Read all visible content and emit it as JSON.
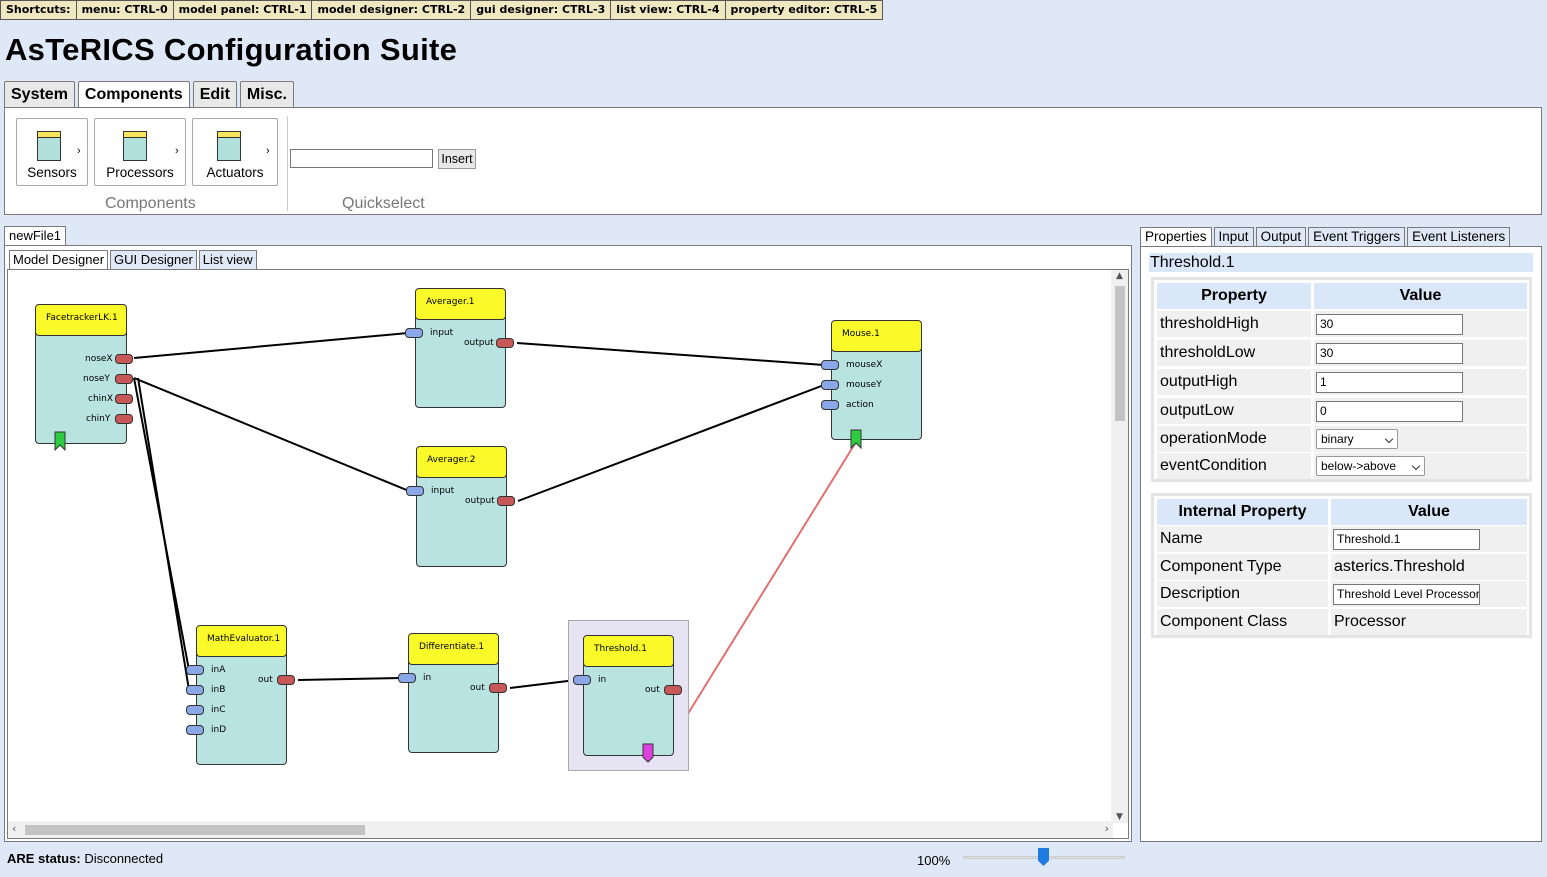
{
  "shortcuts": [
    "Shortcuts:",
    "menu: CTRL-0",
    "model panel: CTRL-1",
    "model designer: CTRL-2",
    "gui designer: CTRL-3",
    "list view: CTRL-4",
    "property editor: CTRL-5"
  ],
  "app_title": "AsTeRICS Configuration Suite",
  "menu_tabs": [
    "System",
    "Components",
    "Edit",
    "Misc."
  ],
  "active_menu_tab": "Components",
  "ribbon": {
    "buttons": [
      "Sensors",
      "Processors",
      "Actuators"
    ],
    "components_section": "Components",
    "quickselect_section": "Quickselect",
    "quickselect_value": "",
    "insert_label": "Insert"
  },
  "file_tab": "newFile1",
  "view_tabs": [
    "Model Designer",
    "GUI Designer",
    "List view"
  ],
  "model": {
    "components": [
      {
        "id": "facetracker",
        "title": "FacetrackerLK.1",
        "outputs": [
          "noseX",
          "noseY",
          "chinX",
          "chinY"
        ]
      },
      {
        "id": "averager1",
        "title": "Averager.1",
        "inputs": [
          "input"
        ],
        "outputs": [
          "output"
        ]
      },
      {
        "id": "averager2",
        "title": "Averager.2",
        "inputs": [
          "input"
        ],
        "outputs": [
          "output"
        ]
      },
      {
        "id": "mouse",
        "title": "Mouse.1",
        "inputs": [
          "mouseX",
          "mouseY",
          "action"
        ]
      },
      {
        "id": "matheval",
        "title": "MathEvaluator.1",
        "inputs": [
          "inA",
          "inB",
          "inC",
          "inD"
        ],
        "outputs": [
          "out"
        ]
      },
      {
        "id": "differentiate",
        "title": "Differentiate.1",
        "inputs": [
          "in"
        ],
        "outputs": [
          "out"
        ]
      },
      {
        "id": "threshold",
        "title": "Threshold.1",
        "inputs": [
          "in"
        ],
        "outputs": [
          "out"
        ]
      }
    ],
    "selected": "Threshold.1"
  },
  "status": {
    "label": "ARE status:",
    "value": "Disconnected",
    "zoom": "100%",
    "zoom_fraction": 0.5
  },
  "prop_tabs": [
    "Properties",
    "Input",
    "Output",
    "Event Triggers",
    "Event Listeners"
  ],
  "properties": {
    "selected_name": "Threshold.1",
    "header": {
      "property": "Property",
      "value": "Value"
    },
    "rows": [
      {
        "name": "thresholdHigh",
        "value": "30"
      },
      {
        "name": "thresholdLow",
        "value": "30"
      },
      {
        "name": "outputHigh",
        "value": "1"
      },
      {
        "name": "outputLow",
        "value": "0"
      },
      {
        "name": "operationMode",
        "value": "binary"
      },
      {
        "name": "eventCondition",
        "value": "below->above"
      }
    ],
    "internal_header": {
      "property": "Internal Property",
      "value": "Value"
    },
    "internal_rows": [
      {
        "name": "Name",
        "value": "Threshold.1"
      },
      {
        "name": "Component Type",
        "value": "asterics.Threshold"
      },
      {
        "name": "Description",
        "value": "Threshold Level Processor"
      },
      {
        "name": "Component Class",
        "value": "Processor"
      }
    ]
  },
  "colors": {
    "background": "#dfe8f6",
    "component_header": "#fafa2a",
    "component_body": "#b9e3e0",
    "input_port": "#8aa8e8",
    "output_port": "#c85858",
    "event_trigger": "#2ecc40",
    "event_listener": "#e040e0",
    "event_channel": "#e07070",
    "selection": "#e6e3f3"
  }
}
